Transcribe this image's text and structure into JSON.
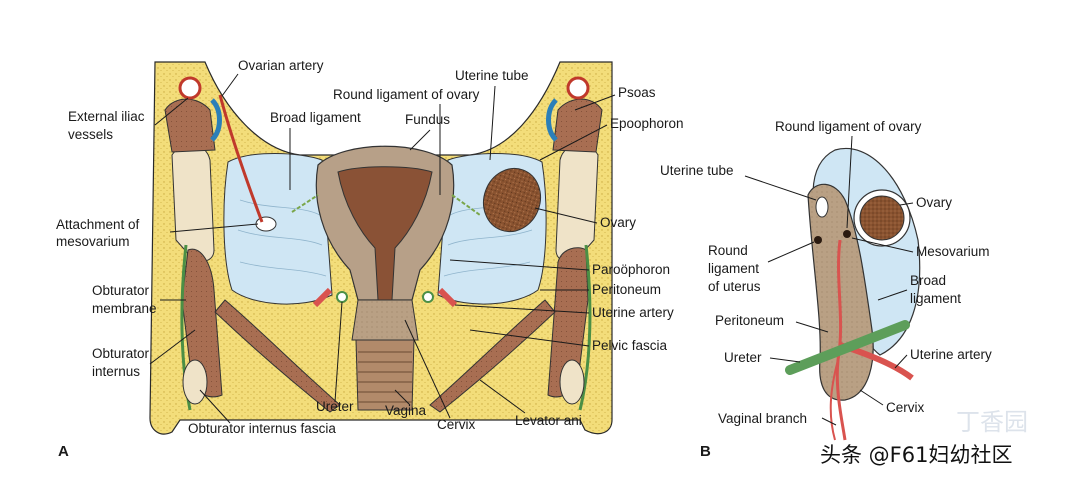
{
  "panel_a": {
    "letter": "A",
    "labels": {
      "ovarian_artery": "Ovarian artery",
      "external_iliac_1": "External iliac",
      "external_iliac_2": "vessels",
      "broad_ligament": "Broad ligament",
      "round_ligament_ovary": "Round ligament of ovary",
      "uterine_tube": "Uterine tube",
      "fundus": "Fundus",
      "psoas": "Psoas",
      "epoophoron": "Epoophoron",
      "attachment_1": "Attachment of",
      "attachment_2": "mesovarium",
      "ovary": "Ovary",
      "paroophoron": "Paroöphoron",
      "peritoneum": "Peritoneum",
      "obturator_membrane_1": "Obturator",
      "obturator_membrane_2": "membrane",
      "uterine_artery": "Uterine artery",
      "pelvic_fascia": "Pelvic fascia",
      "obturator_internus_1": "Obturator",
      "obturator_internus_2": "internus",
      "ureter": "Ureter",
      "vagina": "Vagina",
      "cervix": "Cervix",
      "levator_ani": "Levator ani",
      "obturator_internus_fascia": "Obturator internus fascia"
    }
  },
  "panel_b": {
    "letter": "B",
    "labels": {
      "round_ligament_ovary": "Round ligament of ovary",
      "uterine_tube": "Uterine tube",
      "ovary": "Ovary",
      "round_lig_uterus_1": "Round",
      "round_lig_uterus_2": "ligament",
      "round_lig_uterus_3": "of uterus",
      "mesovarium": "Mesovarium",
      "broad_ligament_1": "Broad",
      "broad_ligament_2": "ligament",
      "peritoneum": "Peritoneum",
      "ureter": "Ureter",
      "uterine_artery": "Uterine artery",
      "cervix": "Cervix",
      "vaginal_branch": "Vaginal branch"
    }
  },
  "watermark": {
    "text": "头条 @F61妇幼社区",
    "faint_logo": "丁香园"
  },
  "colors": {
    "fat_yellow": "#f3dd7a",
    "peritoneum_blue": "#cfe6f4",
    "muscle_brown": "#a26a4e",
    "uterus_wall": "#b7a088",
    "cavity": "#8a5236",
    "ovary": "#7b4b2a",
    "artery_red": "#d9534f",
    "ureter_green": "#5d9e5a",
    "bone": "#efe3c8"
  }
}
